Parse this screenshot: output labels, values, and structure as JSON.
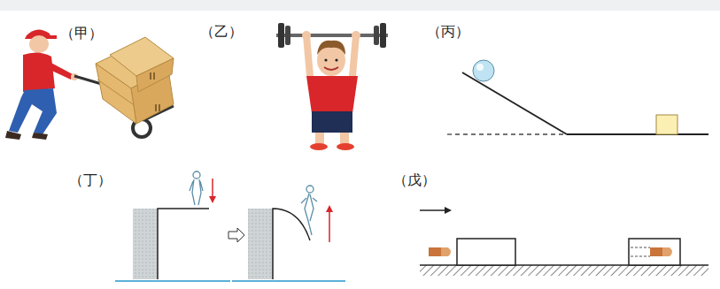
{
  "diagram": {
    "labels": [
      "（甲）",
      "（乙）",
      "（丙）",
      "（丁）",
      "（戊）"
    ]
  }
}
